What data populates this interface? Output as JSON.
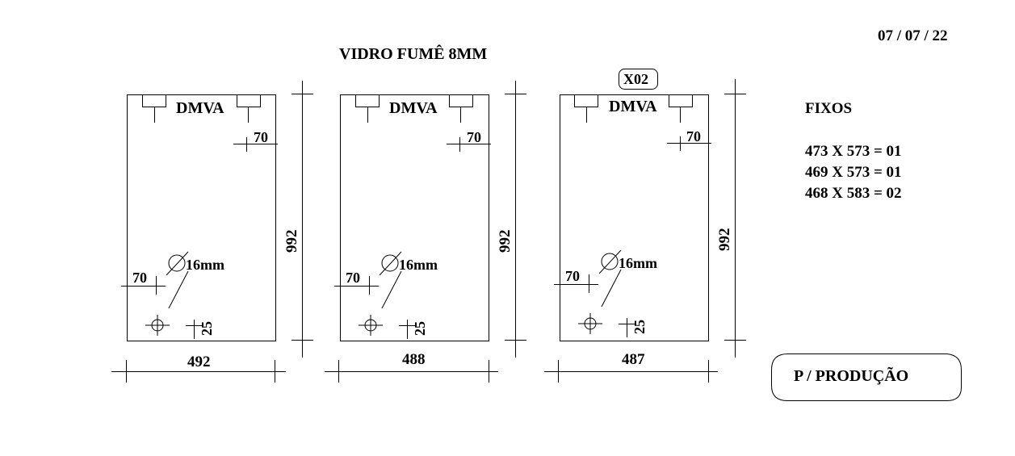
{
  "header": {
    "title": "VIDRO FUMÊ 8MM",
    "date": "07 / 07 / 22"
  },
  "panels": [
    {
      "hardware_label": "DMVA",
      "top_offset": "70",
      "left_offset": "70",
      "hole": "16mm",
      "bottom_offset": "25",
      "height": "992",
      "width": "492",
      "tag": ""
    },
    {
      "hardware_label": "DMVA",
      "top_offset": "70",
      "left_offset": "70",
      "hole": "16mm",
      "bottom_offset": "25",
      "height": "992",
      "width": "488",
      "tag": ""
    },
    {
      "hardware_label": "DMVA",
      "top_offset": "70",
      "left_offset": "70",
      "hole": "16mm",
      "bottom_offset": "25",
      "height": "992",
      "width": "487",
      "tag": "X02"
    }
  ],
  "fixos": {
    "title": "FIXOS",
    "items": [
      "473 X 573 = 01",
      "469 X 573 = 01",
      "468 X 583 = 02"
    ]
  },
  "stamp": "P / PRODUÇÃO"
}
